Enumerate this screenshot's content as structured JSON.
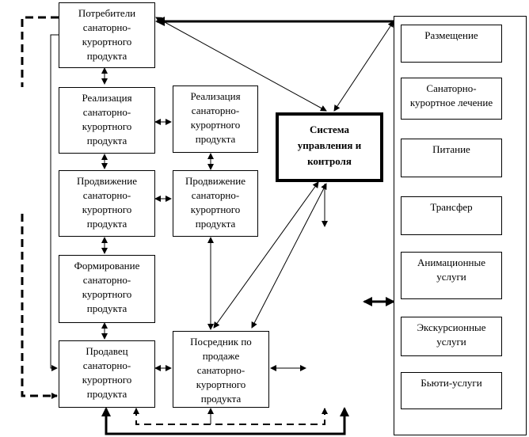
{
  "diagram": {
    "nodes": {
      "consumers": "Потребители\nсанаторно-\nкурортного\nпродукта",
      "sales_1": "Реализация\nсанаторно-\nкурортного\nпродукта",
      "sales_2": "Реализация\nсанаторно-\nкурортного\nпродукта",
      "promotion_1": "Продвижение\nсанаторно-\nкурортного\nпродукта",
      "promotion_2": "Продвижение\nсанаторно-\nкурортного\nпродукта",
      "formation": "Формирование\nсанаторно-\nкурортного\nпродукта",
      "seller": "Продавец\nсанаторно-\nкурортного\nпродукта",
      "intermediary": "Посредник по\nпродаже\nсанаторно-\nкурортного\nпродукта",
      "control_system": "Система\nуправления и\nконтроля"
    },
    "services": [
      "Размещение",
      "Санаторно-\nкурортное лечение",
      "Питание",
      "Трансфер",
      "Анимационные\nуслуги",
      "Экскурсионные\nуслуги",
      "Бьюти-услуги"
    ]
  }
}
